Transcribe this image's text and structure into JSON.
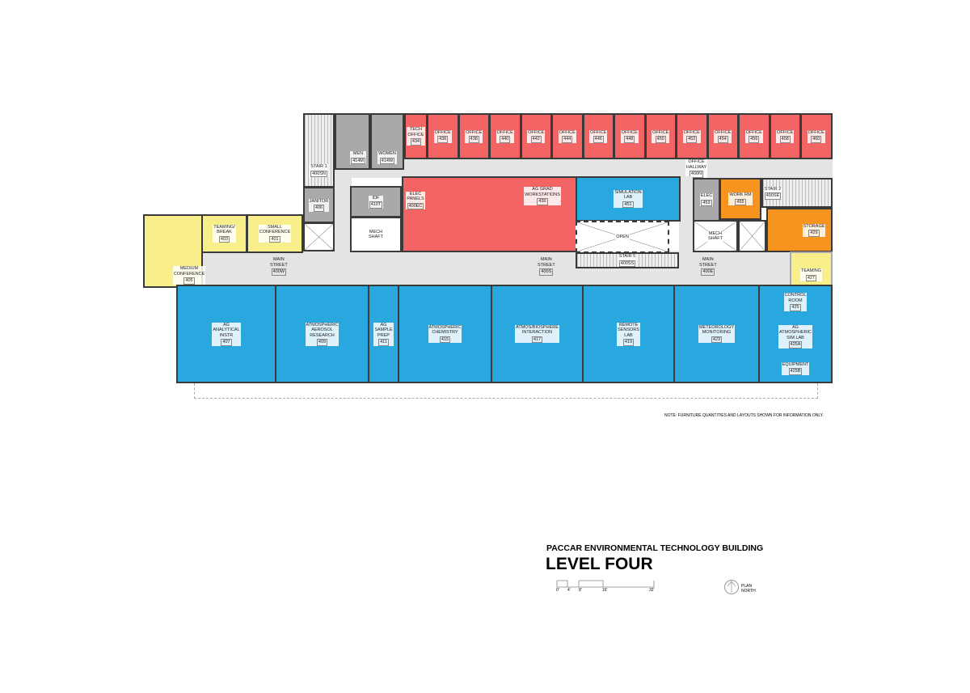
{
  "title": "PACCAR ENVIRONMENTAL TECHNOLOGY BUILDING",
  "level": "LEVEL FOUR",
  "note": "NOTE: FURNITURE QUANTITIES AND LAYOUTS SHOWN FOR INFORMATION ONLY.",
  "scale_ticks": [
    "0'",
    "4'",
    "8'",
    "16'",
    "32'"
  ],
  "north_label": "PLAN\nNORTH",
  "colors": {
    "office": "#f36464",
    "lab": "#29a8e0",
    "conference": "#f9ef8a",
    "support": "#f7941d",
    "service": "#a9a9a9",
    "circulation": "#e4e4e4"
  },
  "rooms": {
    "tech_office": {
      "name": "TECH\nOFFICE",
      "num": "434"
    },
    "offices": [
      {
        "name": "OFFICE",
        "num": "436"
      },
      {
        "name": "OFFICE",
        "num": "438"
      },
      {
        "name": "OFFICE",
        "num": "440"
      },
      {
        "name": "OFFICE",
        "num": "442"
      },
      {
        "name": "OFFICE",
        "num": "444"
      },
      {
        "name": "OFFICE",
        "num": "446"
      },
      {
        "name": "OFFICE",
        "num": "448"
      },
      {
        "name": "OFFICE",
        "num": "450"
      },
      {
        "name": "OFFICE",
        "num": "452"
      },
      {
        "name": "OFFICE",
        "num": "454"
      },
      {
        "name": "OFFICE",
        "num": "456"
      },
      {
        "name": "OFFICE",
        "num": "458"
      },
      {
        "name": "OFFICE",
        "num": "460"
      }
    ],
    "stair1": {
      "name": "STAIR 1",
      "num": "400SN"
    },
    "men": {
      "name": "MEN",
      "num": "414M"
    },
    "women": {
      "name": "WOMEN",
      "num": "414W"
    },
    "office_hallway": {
      "name": "OFFICE\nHALLWAY",
      "num": "400N"
    },
    "janitor": {
      "name": "JANITOR",
      "num": "406"
    },
    "idf": {
      "name": "IDF",
      "num": "410T"
    },
    "mech_shaft_w": {
      "name": "MECH\nSHAFT",
      "num": ""
    },
    "elec_panels": {
      "name": "ELEC\nPANELS",
      "num": "400EC"
    },
    "ag_grad": {
      "name": "AG GRAD\nWORKSTATIONS",
      "num": "430"
    },
    "simulation_lab": {
      "name": "SIMULATION\nLAB",
      "num": "451"
    },
    "open": {
      "name": "OPEN",
      "num": ""
    },
    "stair5": {
      "name": "STAIR 5",
      "num": "400SS"
    },
    "elec": {
      "name": "ELEC",
      "num": "453"
    },
    "work_rm": {
      "name": "WORK RM",
      "num": "455"
    },
    "stair2": {
      "name": "STAIR 2",
      "num": "400SE"
    },
    "mech_shaft_e": {
      "name": "MECH\nSHAFT",
      "num": ""
    },
    "storage": {
      "name": "STORAGE",
      "num": "429"
    },
    "teaming": {
      "name": "TEAMING",
      "num": "427"
    },
    "medium_conference": {
      "name": "MEDIUM\nCONFERENCE",
      "num": "405"
    },
    "teaming_break": {
      "name": "TEAMING/\nBREAK",
      "num": "403"
    },
    "small_conference": {
      "name": "SMALL\nCONFERENCE",
      "num": "401"
    },
    "main_street_w": {
      "name": "MAIN\nSTREET",
      "num": "400W"
    },
    "main_street_s": {
      "name": "MAIN\nSTREET",
      "num": "400S"
    },
    "main_street_e": {
      "name": "MAIN\nSTREET",
      "num": "400E"
    },
    "labs": [
      {
        "name": "AG\nANALYTICAL\nINSTR",
        "num": "407"
      },
      {
        "name": "ATMOSPHERIC\nAEROSOL\nRESEARCH",
        "num": "409"
      },
      {
        "name": "AG\nSAMPLE\nPREP",
        "num": "411"
      },
      {
        "name": "ATMOSPHERIC\nCHEMISTRY",
        "num": "415"
      },
      {
        "name": "ATMOS/BIOSPHERE\nINTERACTION",
        "num": "417"
      },
      {
        "name": "REMOTE\nSENSORS\nLAB",
        "num": "419"
      },
      {
        "name": "METEOROLOGY\nMONITORING",
        "num": "423"
      }
    ],
    "control_room": {
      "name": "CONTROL\nROOM",
      "num": "425"
    },
    "ag_sim_lab": {
      "name": "AG\nATMOSPHERIC\nSIM LAB",
      "num": "425A"
    },
    "equipment": {
      "name": "EQUIPMENT",
      "num": "425B"
    }
  }
}
